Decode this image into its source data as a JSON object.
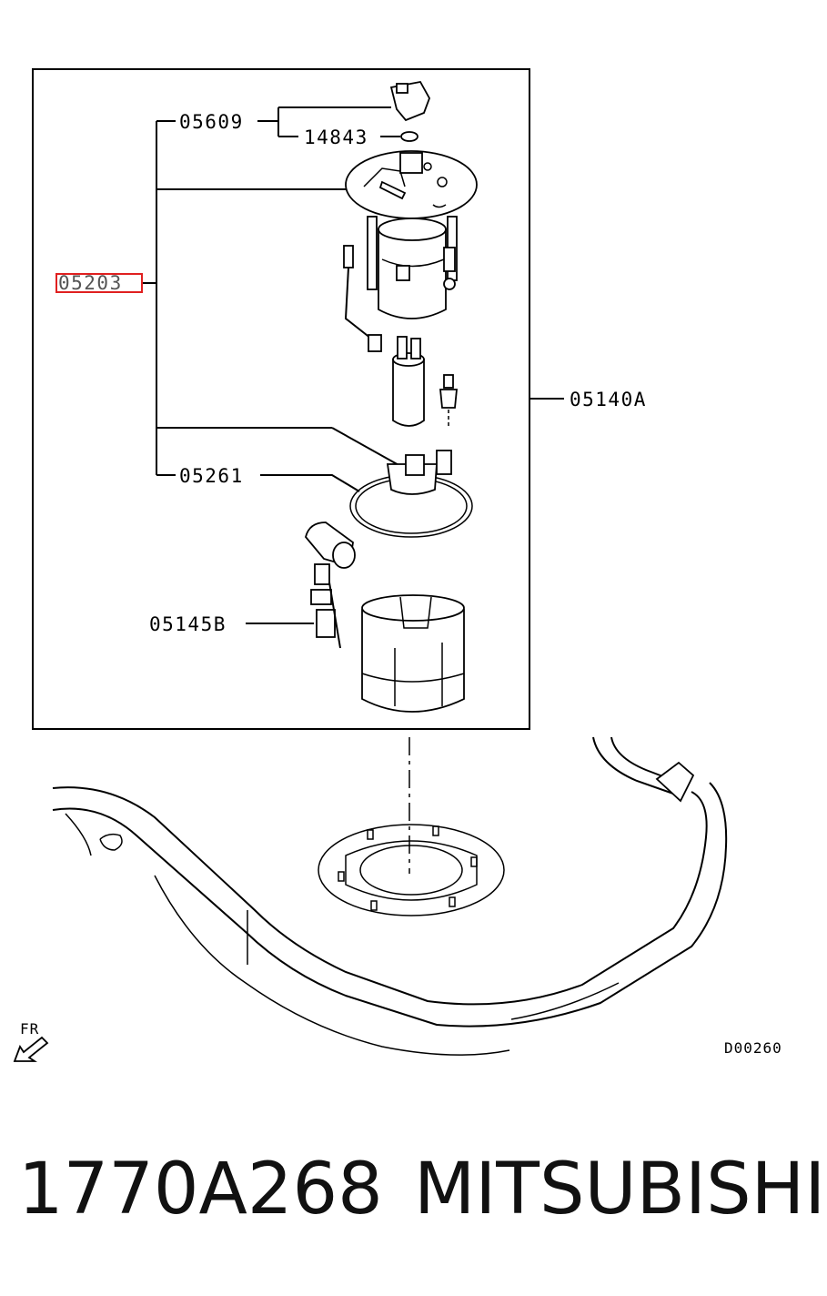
{
  "callouts": {
    "c05609": "05609",
    "c14843": "14843",
    "c05203": "05203",
    "c05140A": "05140A",
    "c05261": "05261",
    "c05145B": "05145B"
  },
  "diagram_code": "D00260",
  "front_label": "FR",
  "caption": {
    "part_number": "1770A268",
    "brand": "MITSUBISHI"
  },
  "colors": {
    "highlight": "#e02020",
    "line": "#000000"
  }
}
